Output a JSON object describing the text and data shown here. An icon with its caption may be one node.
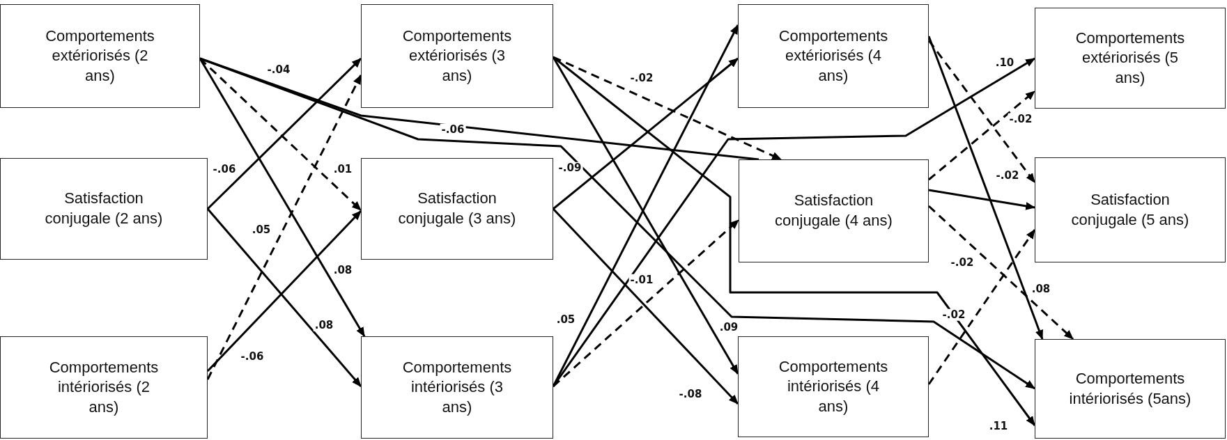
{
  "diagram": {
    "nodes": [
      {
        "text": [
          "Comportements extériorisés (2 ans)"
        ]
      },
      {
        "text": [
          "Satisfaction conjugale (2 ans)"
        ]
      },
      {
        "text": [
          "Comportements intériorisés (2 ans)"
        ]
      },
      {
        "text": [
          "Comportements extériorisés (3 ans)"
        ]
      },
      {
        "text": [
          "Satisfaction conjugale (3 ans)"
        ]
      },
      {
        "text": [
          "Comportements intériorisés (3 ans)"
        ]
      },
      {
        "text": [
          "Comportements extériorisés (4 ans)"
        ]
      },
      {
        "text": [
          "Satisfaction conjugale (4 ans)"
        ]
      },
      {
        "text": [
          "Comportements intériorisés (4 ans)"
        ]
      },
      {
        "text": [
          "Comportements extériorisés (5 ans)"
        ]
      },
      {
        "text": [
          "Satisfaction conjugale (5 ans)"
        ]
      },
      {
        "text": [
          "Comportements intériorisés (5ans)"
        ]
      }
    ],
    "edges": [
      {
        "from": 0,
        "to": 7,
        "arrow": "none",
        "label": "-.04"
      },
      {
        "from": 0,
        "to": 11,
        "arrow": "to",
        "label": "-.06"
      },
      {
        "from": 0,
        "to": 4,
        "arrow": "to",
        "label": ".01",
        "style": "dashed"
      },
      {
        "from": 0,
        "to": 5,
        "arrow": "to",
        "label": ".08"
      },
      {
        "from": 1,
        "to": 3,
        "arrow": "to",
        "label": "-.06"
      },
      {
        "from": 1,
        "to": 5,
        "arrow": "to",
        "label": ".08"
      },
      {
        "from": 2,
        "to": 3,
        "arrow": "to",
        "label": ".05",
        "style": "dashed"
      },
      {
        "from": 2,
        "to": 4,
        "arrow": "to",
        "label": "-.06"
      },
      {
        "from": 3,
        "to": 7,
        "arrow": "to",
        "label": "-.02",
        "style": "dashed"
      },
      {
        "from": 3,
        "to": 11,
        "arrow": "to",
        "label": ".11"
      },
      {
        "from": 3,
        "to": 8,
        "arrow": "to",
        "label": ".09"
      },
      {
        "from": 4,
        "to": 6,
        "arrow": "to",
        "label": "-.09"
      },
      {
        "from": 4,
        "to": 8,
        "arrow": "to",
        "label": "-.08"
      },
      {
        "from": 5,
        "to": 6,
        "arrow": "to",
        "label": ".05"
      },
      {
        "from": 5,
        "to": 7,
        "arrow": "to",
        "label": "-.01",
        "style": "dashed"
      },
      {
        "from": 5,
        "to": 9,
        "arrow": "to",
        "label": ".10"
      },
      {
        "from": 6,
        "to": 10,
        "arrow": "to",
        "label": "-.02",
        "style": "dashed"
      },
      {
        "from": 6,
        "to": 11,
        "arrow": "to",
        "label": ".08"
      },
      {
        "from": 7,
        "to": 9,
        "arrow": "to",
        "label": "-.02",
        "style": "dashed"
      },
      {
        "from": 7,
        "to": 10,
        "arrow": "to"
      },
      {
        "from": 7,
        "to": 11,
        "arrow": "to",
        "label": "-.02",
        "style": "dashed"
      },
      {
        "from": 8,
        "to": 10,
        "arrow": "to",
        "label": "-.02",
        "style": "dashed"
      }
    ]
  }
}
